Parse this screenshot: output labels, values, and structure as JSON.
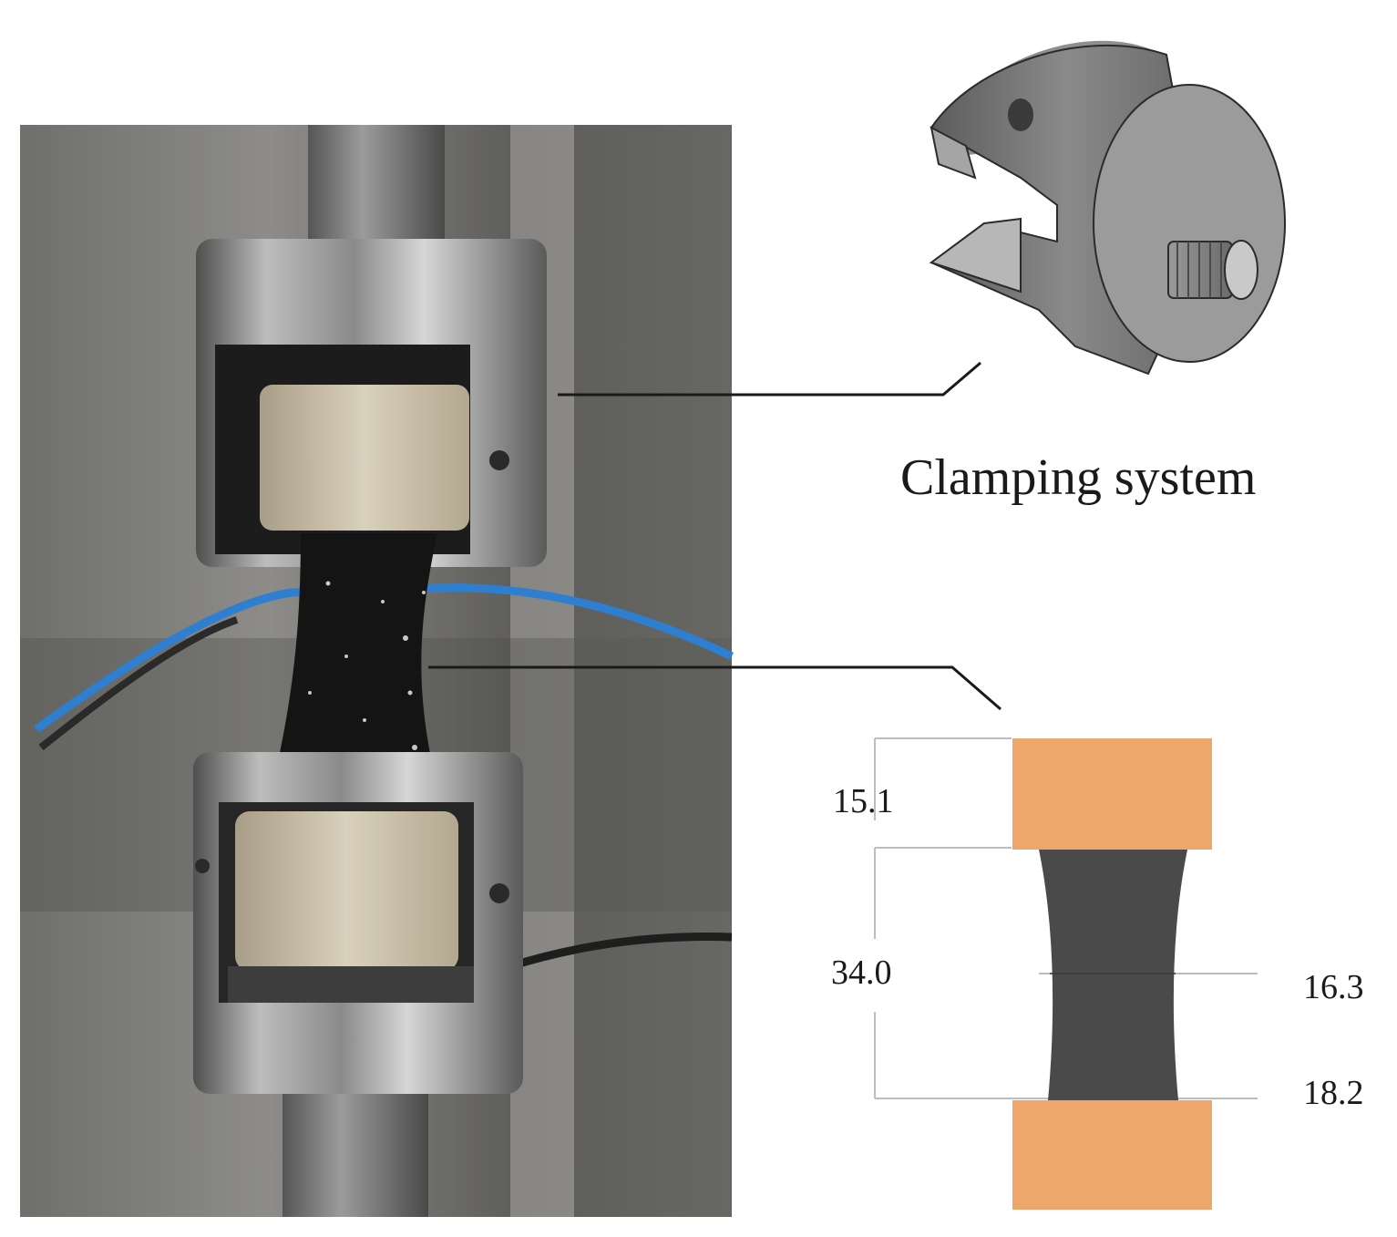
{
  "clamp_label": "Clamping system",
  "dimensions": {
    "top_holder": "15.1",
    "specimen_length": "34.0",
    "neck_width": "16.3",
    "end_width": "18.2"
  },
  "colors": {
    "holder_orange": "#eda76a",
    "specimen_dark": "#4a4a4a",
    "clamp_metal": "#7d7d7d",
    "cable_blue": "#2f7fd0",
    "leader_line": "#1a1a1a"
  }
}
